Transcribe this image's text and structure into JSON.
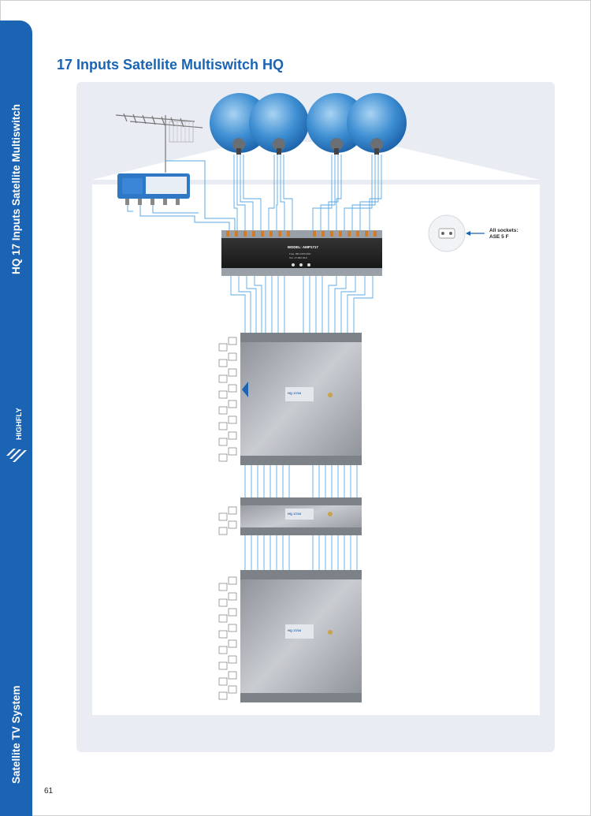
{
  "page": {
    "number": "61",
    "title": "17 Inputs Satellite Multiswitch HQ",
    "sidebar_top": "HQ 17 Inputs Satellite Multiswitch",
    "sidebar_bottom": "Satellite TV System",
    "brand": "HIGHFLY"
  },
  "diagram": {
    "socket_note_line1": "All sockets:",
    "socket_note_line2": "ASE 5 F",
    "main_switch_model": "MODEL: AMP1717",
    "main_switch_sub1": "Freq. 950-2150 MHz",
    "main_switch_sub2": "Terr. 47-862 MHz",
    "cascade_label": "HQ 17/16",
    "colors": {
      "accent": "#1b64b4",
      "cable": "#5aa8e0",
      "panel": "#e9edf3"
    }
  }
}
